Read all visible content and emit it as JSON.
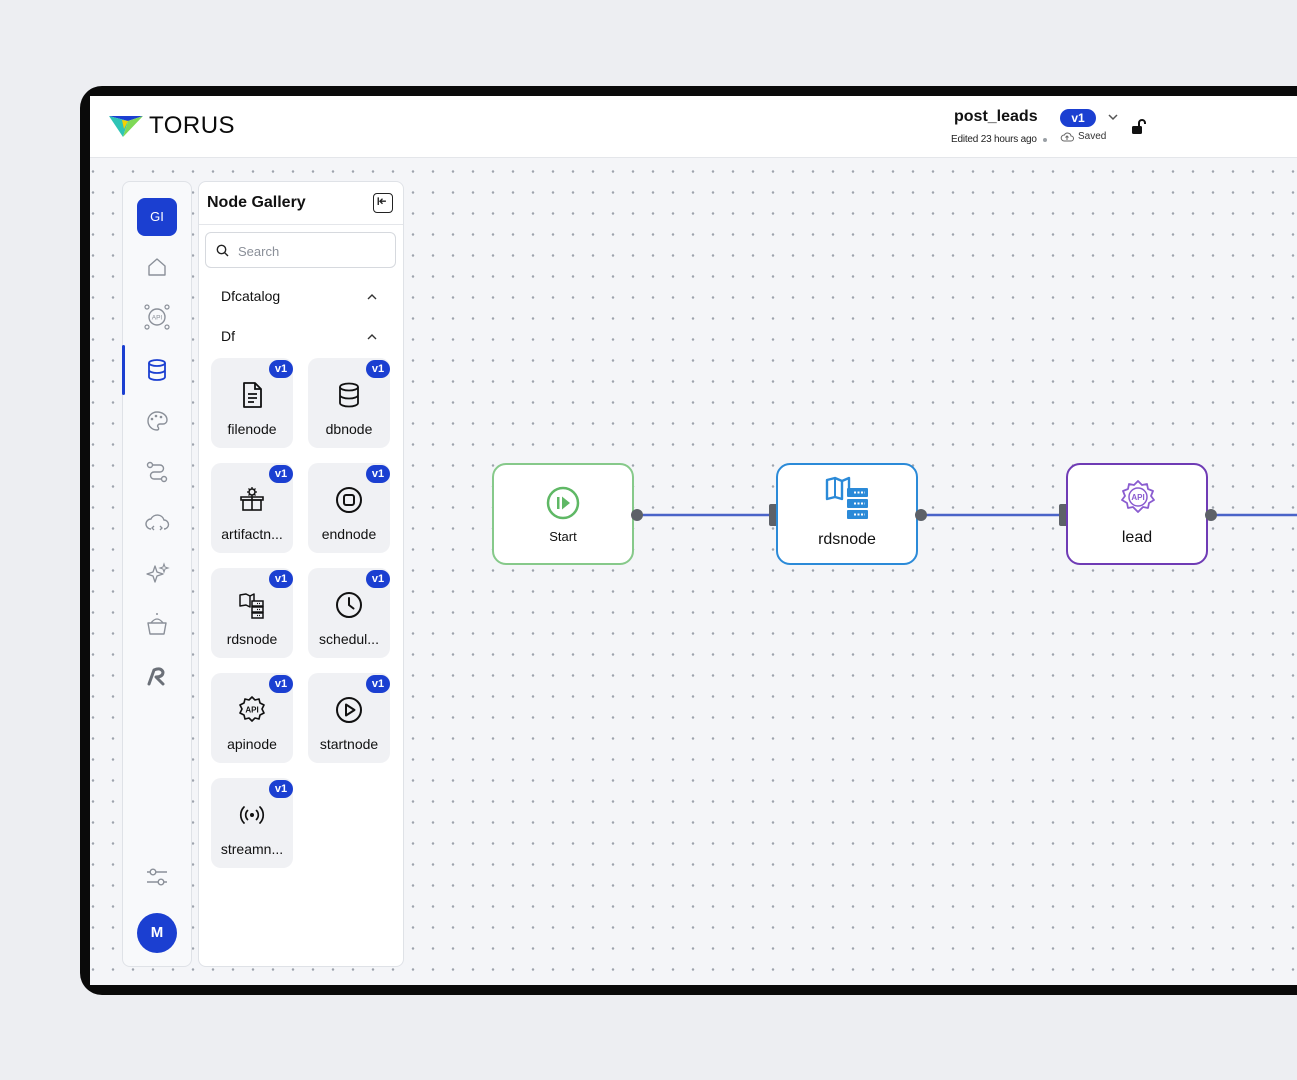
{
  "app": {
    "brand": "TORUS",
    "brand_colors": [
      "#1b3fd1",
      "#2ec4b6",
      "#f5d000"
    ]
  },
  "header": {
    "workflow_name": "post_leads",
    "edited": "Edited 23 hours ago",
    "version": "v1",
    "save_status": "Saved",
    "accent": "#1b3fd1"
  },
  "rail": {
    "workspace_initials": "GI",
    "user_initial": "M",
    "items": [
      {
        "icon": "home-icon"
      },
      {
        "icon": "api-icon"
      },
      {
        "icon": "database-icon",
        "active": true
      },
      {
        "icon": "palette-icon"
      },
      {
        "icon": "route-icon"
      },
      {
        "icon": "cloud-code-icon"
      },
      {
        "icon": "sparkles-icon"
      },
      {
        "icon": "bucket-icon"
      },
      {
        "icon": "logo-r-icon"
      },
      {
        "icon": "sliders-icon"
      }
    ]
  },
  "gallery": {
    "title": "Node Gallery",
    "search_placeholder": "Search",
    "sections": [
      {
        "label": "Dfcatalog",
        "expanded": true
      },
      {
        "label": "Df",
        "expanded": true
      }
    ],
    "nodes": [
      {
        "label": "filenode",
        "version": "v1",
        "icon": "file-icon"
      },
      {
        "label": "dbnode",
        "version": "v1",
        "icon": "database-icon"
      },
      {
        "label": "artifactn...",
        "version": "v1",
        "icon": "artifact-icon"
      },
      {
        "label": "endnode",
        "version": "v1",
        "icon": "stop-icon"
      },
      {
        "label": "rdsnode",
        "version": "v1",
        "icon": "rds-icon"
      },
      {
        "label": "schedul...",
        "version": "v1",
        "icon": "clock-icon"
      },
      {
        "label": "apinode",
        "version": "v1",
        "icon": "api-gear-icon"
      },
      {
        "label": "startnode",
        "version": "v1",
        "icon": "play-icon"
      },
      {
        "label": "streamn...",
        "version": "v1",
        "icon": "broadcast-icon"
      }
    ]
  },
  "canvas": {
    "nodes": [
      {
        "label": "Start",
        "color": "#86c98a"
      },
      {
        "label": "rdsnode",
        "color": "#2b8ad8"
      },
      {
        "label": "lead",
        "color": "#6f3bb5"
      }
    ],
    "edge_color": "#4a63c8"
  }
}
